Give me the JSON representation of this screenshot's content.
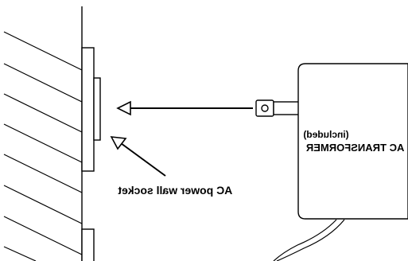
{
  "labels": {
    "socket": "AC power wall socket",
    "transformer_line1": "(included)",
    "transformer_line2": "AC TRANSFORMER"
  },
  "colors": {
    "stroke": "#000000",
    "background": "#ffffff"
  },
  "icons": {
    "plug": "plug-icon",
    "arrow": "arrow-icon"
  }
}
